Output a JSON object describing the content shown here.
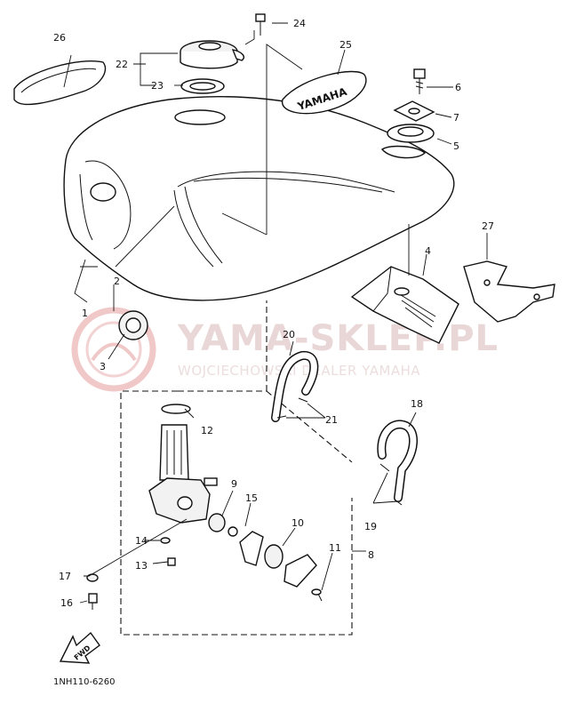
{
  "diagram_code": "1NH110-6260",
  "badge_text": "YAMAHA",
  "fwd_text": "FWD",
  "watermark": {
    "main": "YAMA-SKLEP.PL",
    "sub": "WOJCIECHOWSKI DEALER YAMAHA"
  },
  "callouts": [
    "1",
    "2",
    "3",
    "4",
    "5",
    "6",
    "7",
    "8",
    "9",
    "10",
    "11",
    "12",
    "13",
    "14",
    "15",
    "16",
    "17",
    "18",
    "19",
    "20",
    "21",
    "22",
    "23",
    "24",
    "25",
    "26",
    "27"
  ]
}
